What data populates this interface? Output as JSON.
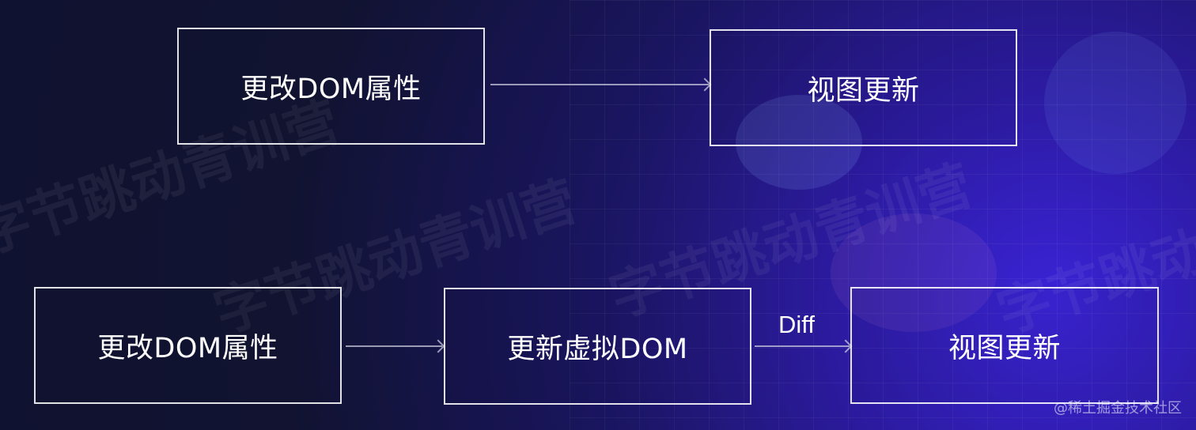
{
  "diagram": {
    "row1": {
      "source_label": "更改DOM属性",
      "target_label": "视图更新"
    },
    "row2": {
      "source_label": "更改DOM属性",
      "middle_label": "更新虚拟DOM",
      "edge_label": "Diff",
      "target_label": "视图更新"
    }
  },
  "watermark": {
    "text": "字节跳动青训营"
  },
  "corner_mark": {
    "text": "@稀土掘金技术社区"
  }
}
